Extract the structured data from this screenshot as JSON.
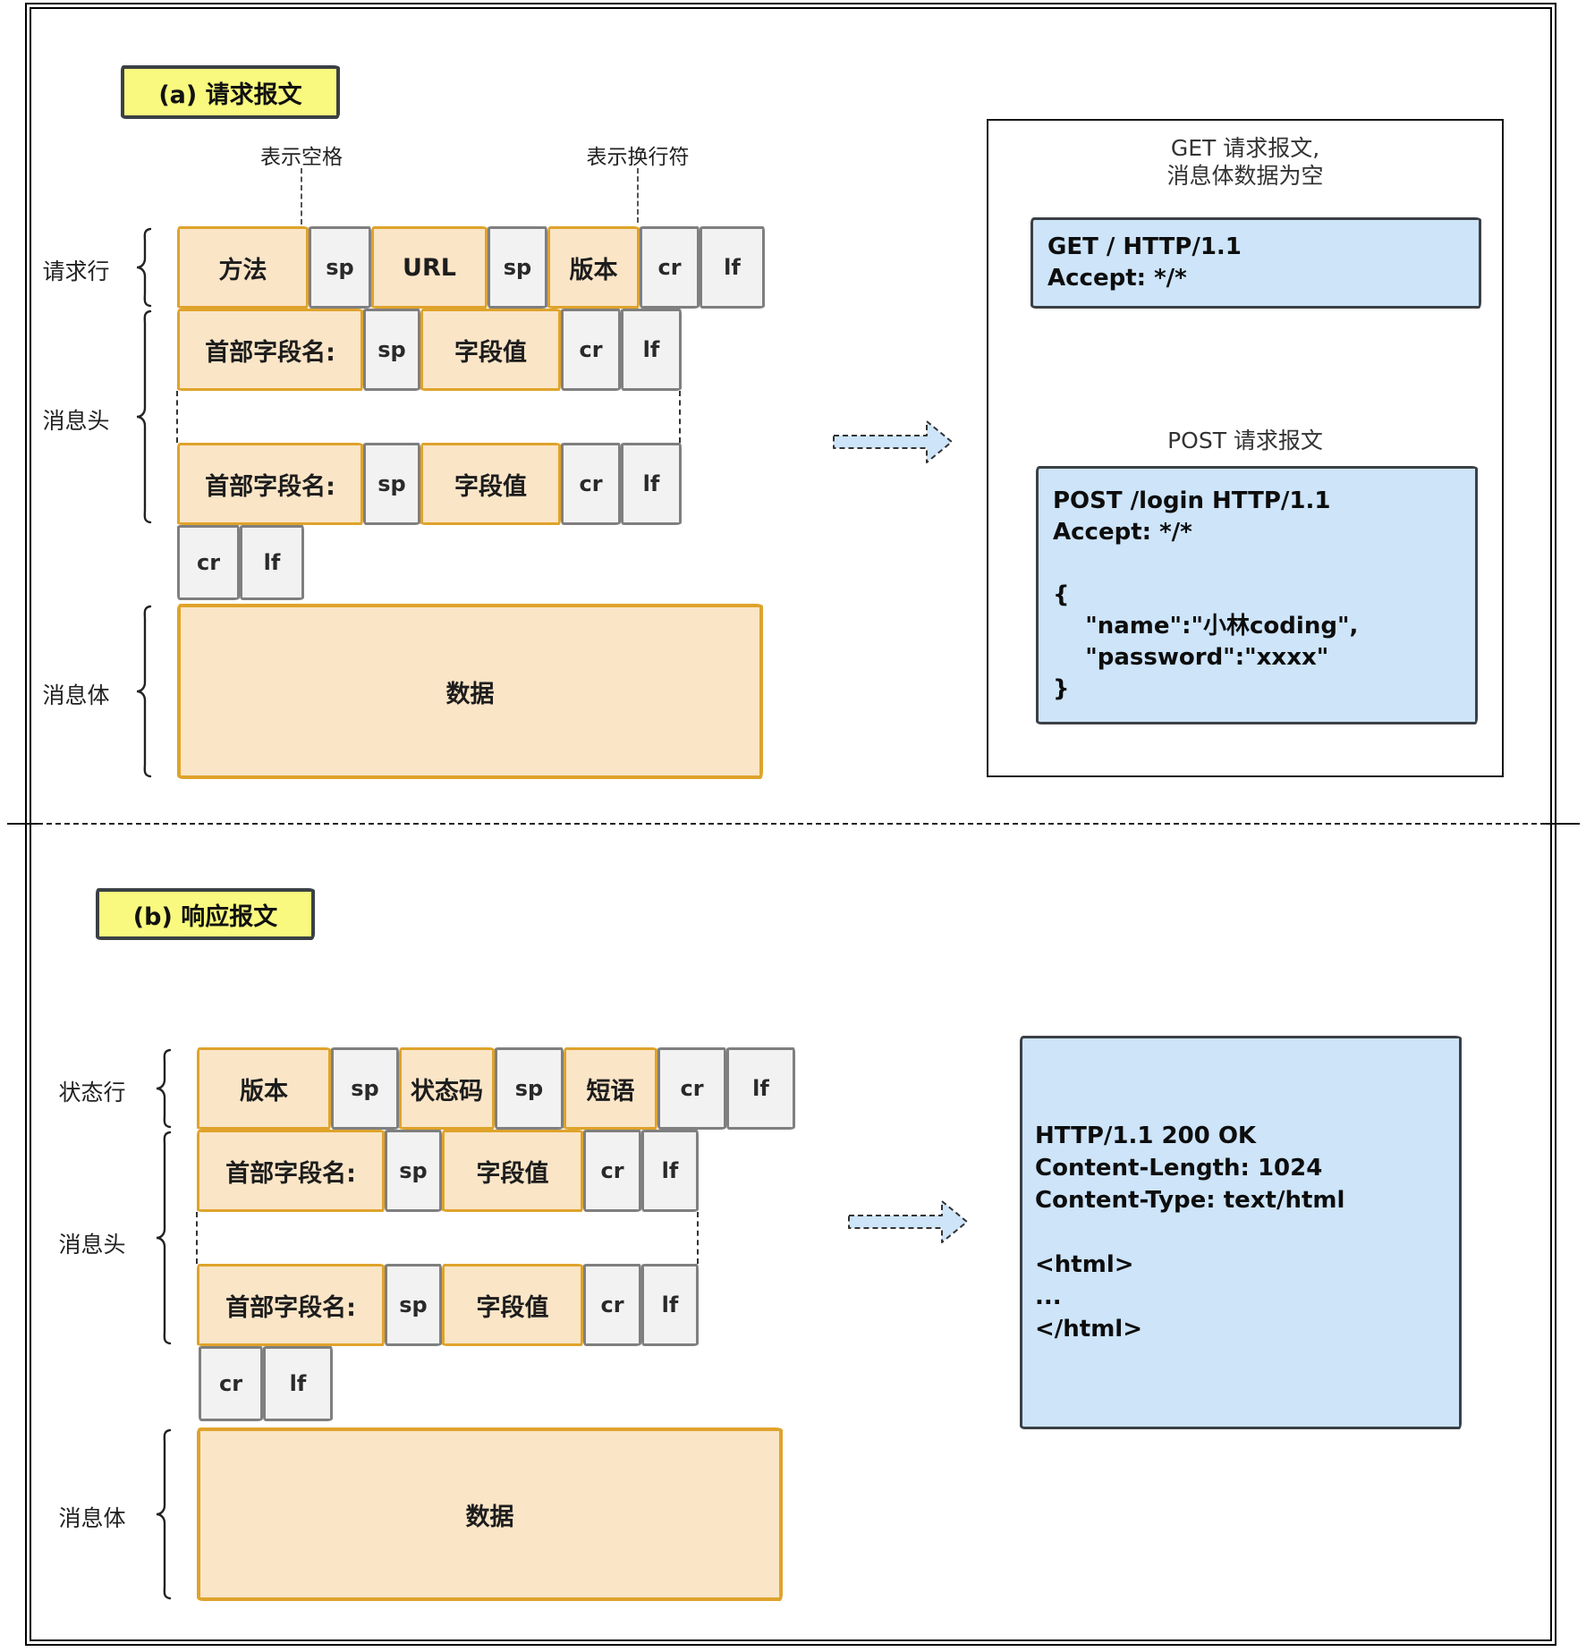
{
  "section_a": {
    "title": "(a) 请求报文",
    "space_note": "表示空格",
    "newline_note": "表示换行符",
    "labels": {
      "request_line": "请求行",
      "headers": "消息头",
      "body": "消息体"
    },
    "request_line_cells": [
      {
        "label": "方法",
        "type": "field"
      },
      {
        "label": "sp",
        "type": "ctrl"
      },
      {
        "label": "URL",
        "type": "field"
      },
      {
        "label": "sp",
        "type": "ctrl"
      },
      {
        "label": "版本",
        "type": "field"
      },
      {
        "label": "cr",
        "type": "ctrl"
      },
      {
        "label": "lf",
        "type": "ctrl"
      }
    ],
    "header_cells": [
      {
        "label": "首部字段名:",
        "type": "field"
      },
      {
        "label": "sp",
        "type": "ctrl"
      },
      {
        "label": "字段值",
        "type": "field"
      },
      {
        "label": "cr",
        "type": "ctrl"
      },
      {
        "label": "lf",
        "type": "ctrl"
      }
    ],
    "crlf_cells": [
      {
        "label": "cr"
      },
      {
        "label": "lf"
      }
    ],
    "body_text": "数据",
    "examples": {
      "get_title": "GET 请求报文,\n消息体数据为空",
      "get_code": "GET / HTTP/1.1\nAccept: */*",
      "post_title": "POST 请求报文",
      "post_code": "POST /login HTTP/1.1\nAccept: */*\n\n{\n    \"name\":\"小林coding\",\n    \"password\":\"xxxx\"\n}"
    }
  },
  "section_b": {
    "title": "(b) 响应报文",
    "labels": {
      "status_line": "状态行",
      "headers": "消息头",
      "body": "消息体"
    },
    "status_line_cells": [
      {
        "label": "版本",
        "type": "field"
      },
      {
        "label": "sp",
        "type": "ctrl"
      },
      {
        "label": "状态码",
        "type": "field"
      },
      {
        "label": "sp",
        "type": "ctrl"
      },
      {
        "label": "短语",
        "type": "field"
      },
      {
        "label": "cr",
        "type": "ctrl"
      },
      {
        "label": "lf",
        "type": "ctrl"
      }
    ],
    "header_cells": [
      {
        "label": "首部字段名:",
        "type": "field"
      },
      {
        "label": "sp",
        "type": "ctrl"
      },
      {
        "label": "字段值",
        "type": "field"
      },
      {
        "label": "cr",
        "type": "ctrl"
      },
      {
        "label": "lf",
        "type": "ctrl"
      }
    ],
    "crlf_cells": [
      {
        "label": "cr"
      },
      {
        "label": "lf"
      }
    ],
    "body_text": "数据",
    "examples": {
      "response_code": "HTTP/1.1 200 OK\nContent-Length: 1024\nContent-Type: text/html\n\n<html>\n...\n</html>"
    }
  },
  "colors": {
    "field_fill": "#FBE5C7",
    "field_border": "#DFA32B",
    "ctrl_fill": "#F2F2F2",
    "ctrl_border": "#7F7F7F",
    "label_fill": "#F8F97E",
    "label_border": "#3B4045",
    "code_fill": "#CDE4F9",
    "code_border": "#3B4045",
    "arrow_fill": "#CDE4F9"
  }
}
